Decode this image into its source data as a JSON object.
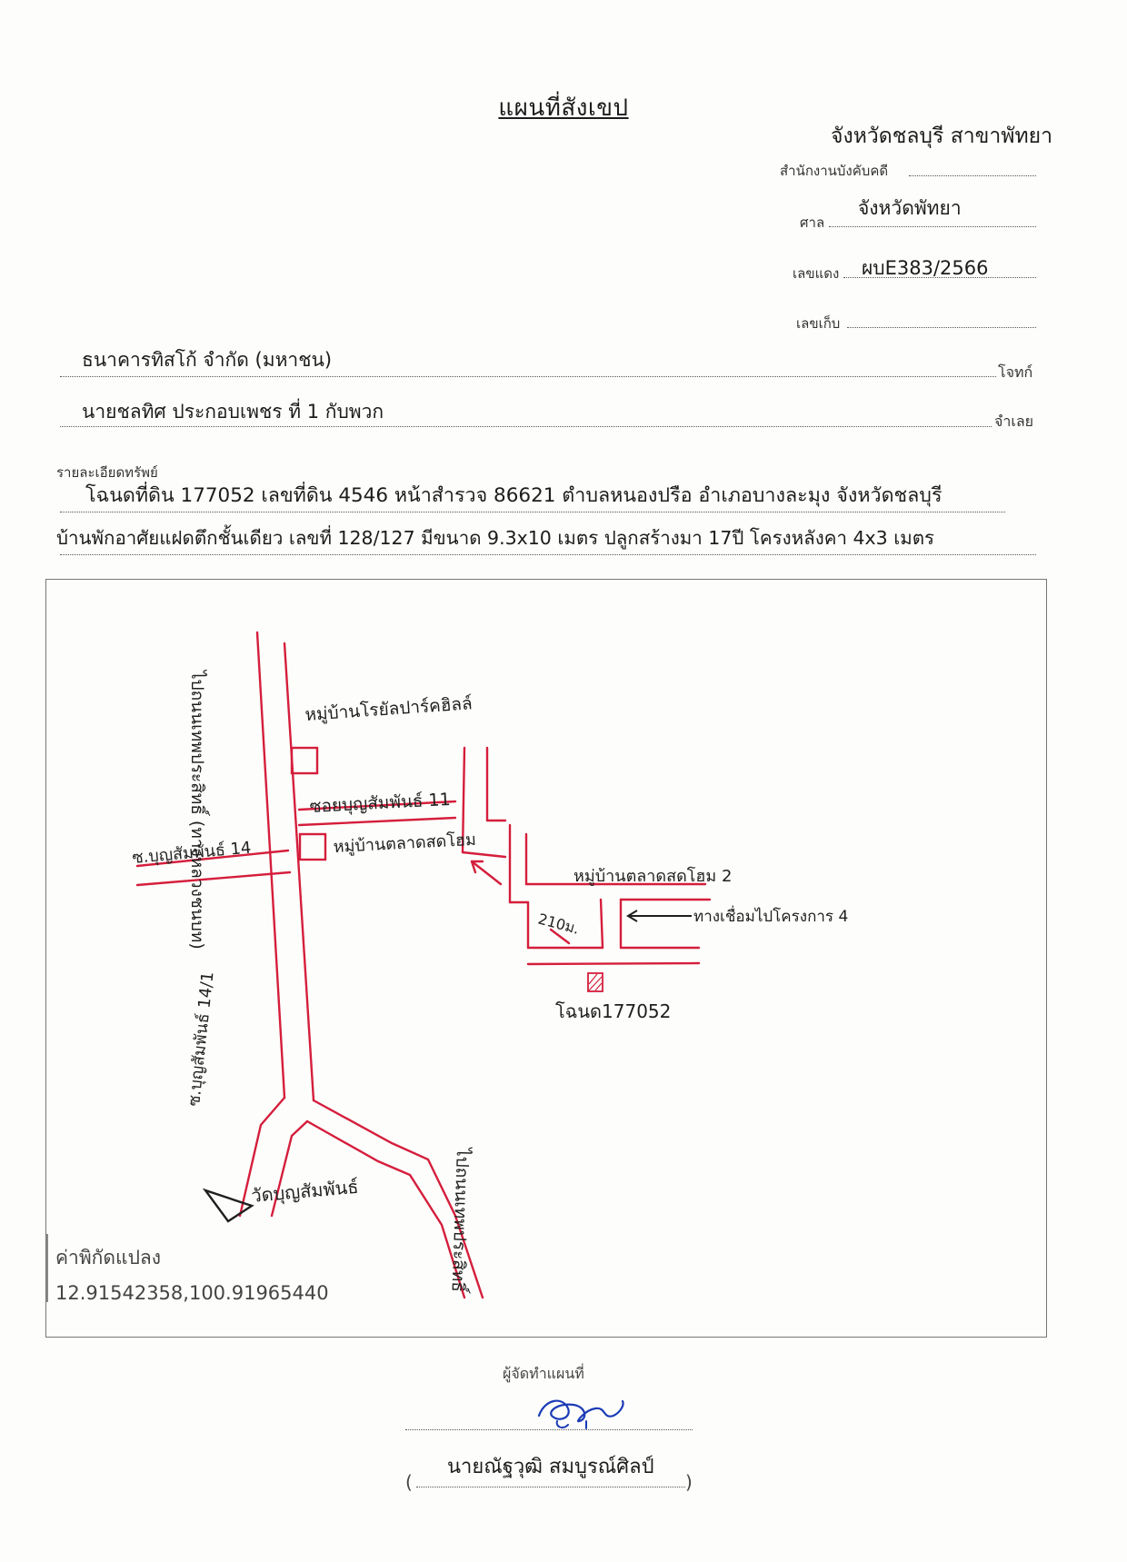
{
  "header": {
    "title": "แผนที่สังเขป",
    "province_branch": "จังหวัดชลบุรี สาขาพัทยา"
  },
  "case_info": {
    "office_label": "สำนักงานบังคับคดี",
    "office_value": "",
    "court_label": "ศาล",
    "court_value": "จังหวัดพัทยา",
    "red_no_label": "เลขแดง",
    "red_no_value": "ผบE383/2566",
    "file_no_label": "เลขเก็บ",
    "file_no_value": ""
  },
  "parties": {
    "plaintiff_name": "ธนาคารทิสโก้ จำกัด (มหาชน)",
    "plaintiff_label": "โจทก์",
    "defendant_name": "นายชลทิศ ประกอบเพชร ที่ 1 กับพวก",
    "defendant_label": "จำเลย"
  },
  "property": {
    "label": "รายละเอียดทรัพย์",
    "line1": "โฉนดที่ดิน 177052 เลขที่ดิน 4546 หน้าสำรวจ 86621 ตำบลหนองปรือ อำเภอบางละมุง จังหวัดชลบุรี",
    "line2": "บ้านพักอาศัยแฝดตึกชั้นเดียว เลขที่ 128/127 มีขนาด 9.3x10 เมตร ปลูกสร้างมา 17ปี  โครงหลังคา 4x3 เมตร"
  },
  "map": {
    "labels": {
      "road_north": "ไปถนนเทพประสิทธิ์ (ทางหลวงชนบท)",
      "village_royal": "หมู่บ้านโรยัลปาร์คฮิลล์",
      "soi_main": "ซอยบุญสัมพันธ์ 11",
      "soi_west": "ซ.บุญสัมพันธ์ 14",
      "village_talat": "หมู่บ้านตลาดสดโฮม",
      "village_talat2": "หมู่บ้านตลาดสดโฮม 2",
      "distance": "210ม.",
      "connector_note": "ทางเชื่อมไปโครงการ 4",
      "deed_label": "โฉนด177052",
      "soi_south": "ซ.บุญสัมพันธ์ 14/1",
      "temple": "วัดบุญสัมพันธ์",
      "road_southeast": "ไปถนนเทพประสิทธิ์"
    },
    "coord_label": "ค่าพิกัดแปลง",
    "coord_value": "12.91542358,100.91965440",
    "colors": {
      "road": "#d51e3c",
      "frame": "#777777",
      "signature": "#1a3bb5"
    }
  },
  "footer": {
    "maker_label": "ผู้จัดทำแผนที่",
    "maker_name": "นายณัฐวุฒิ สมบูรณ์ศิลป์"
  }
}
